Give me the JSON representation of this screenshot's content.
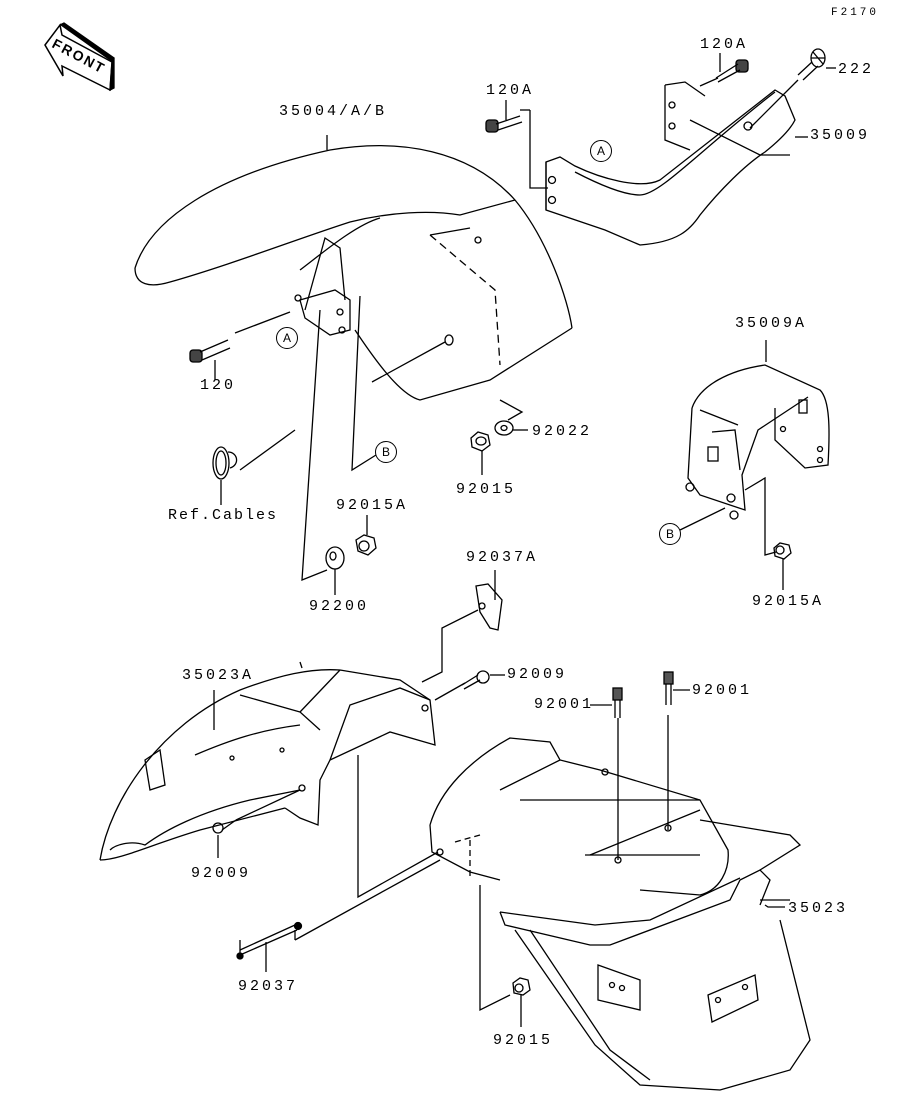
{
  "diagram": {
    "code": "F2170",
    "front_indicator": "FRONT",
    "parts": [
      {
        "id": "35004/A/B",
        "name": "front-fender"
      },
      {
        "id": "35009",
        "name": "front-fender-brace"
      },
      {
        "id": "35009A",
        "name": "fender-brace-bracket"
      },
      {
        "id": "35023",
        "name": "rear-fender"
      },
      {
        "id": "35023A",
        "name": "rear-fender-inner"
      },
      {
        "id": "120",
        "name": "bolt"
      },
      {
        "id": "120A",
        "name": "bolt-upper-left"
      },
      {
        "id": "120A",
        "name": "bolt-upper-right"
      },
      {
        "id": "222",
        "name": "screw"
      },
      {
        "id": "92022",
        "name": "washer"
      },
      {
        "id": "92015",
        "name": "nut-front"
      },
      {
        "id": "92015A",
        "name": "nut-grommet"
      },
      {
        "id": "92200",
        "name": "washer-rubber"
      },
      {
        "id": "92015A",
        "name": "nut-bracket"
      },
      {
        "id": "92037A",
        "name": "clip"
      },
      {
        "id": "92009",
        "name": "screw-rear-upper"
      },
      {
        "id": "92009",
        "name": "screw-rear-lower"
      },
      {
        "id": "92001",
        "name": "bolt-rear-left"
      },
      {
        "id": "92001",
        "name": "bolt-rear-right"
      },
      {
        "id": "92037",
        "name": "band"
      },
      {
        "id": "92015",
        "name": "nut-rear"
      }
    ],
    "ref_text": "Ref.Cables",
    "callouts": [
      "A",
      "A",
      "B",
      "B"
    ]
  }
}
